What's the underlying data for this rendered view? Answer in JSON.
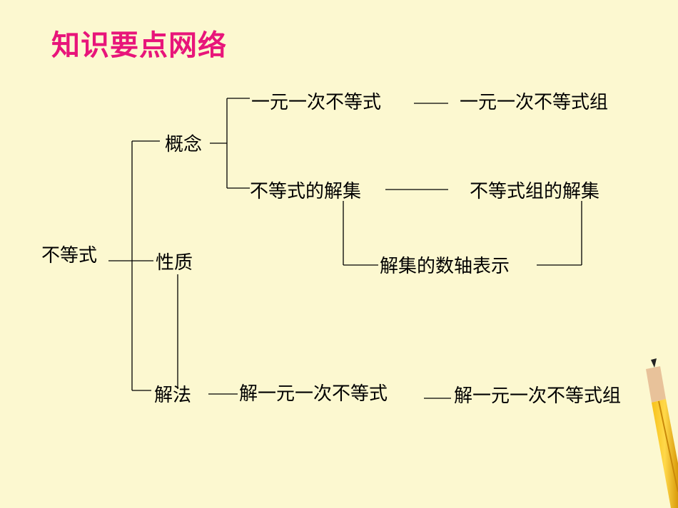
{
  "title": "知识要点网络",
  "nodes": {
    "root": "不等式",
    "concept": "概念",
    "property": "性质",
    "method": "解法",
    "linear_ineq": "一元一次不等式",
    "linear_ineq_system": "一元一次不等式组",
    "solution_set": "不等式的解集",
    "system_solution_set": "不等式组的解集",
    "number_line": "解集的数轴表示",
    "solve_linear_ineq": "解一元一次不等式",
    "solve_linear_ineq_system": "解一元一次不等式组"
  },
  "colors": {
    "background": "#FCF8D0",
    "title": "#E8157A",
    "text": "#000000"
  },
  "icons": [
    "pencil-icon"
  ]
}
